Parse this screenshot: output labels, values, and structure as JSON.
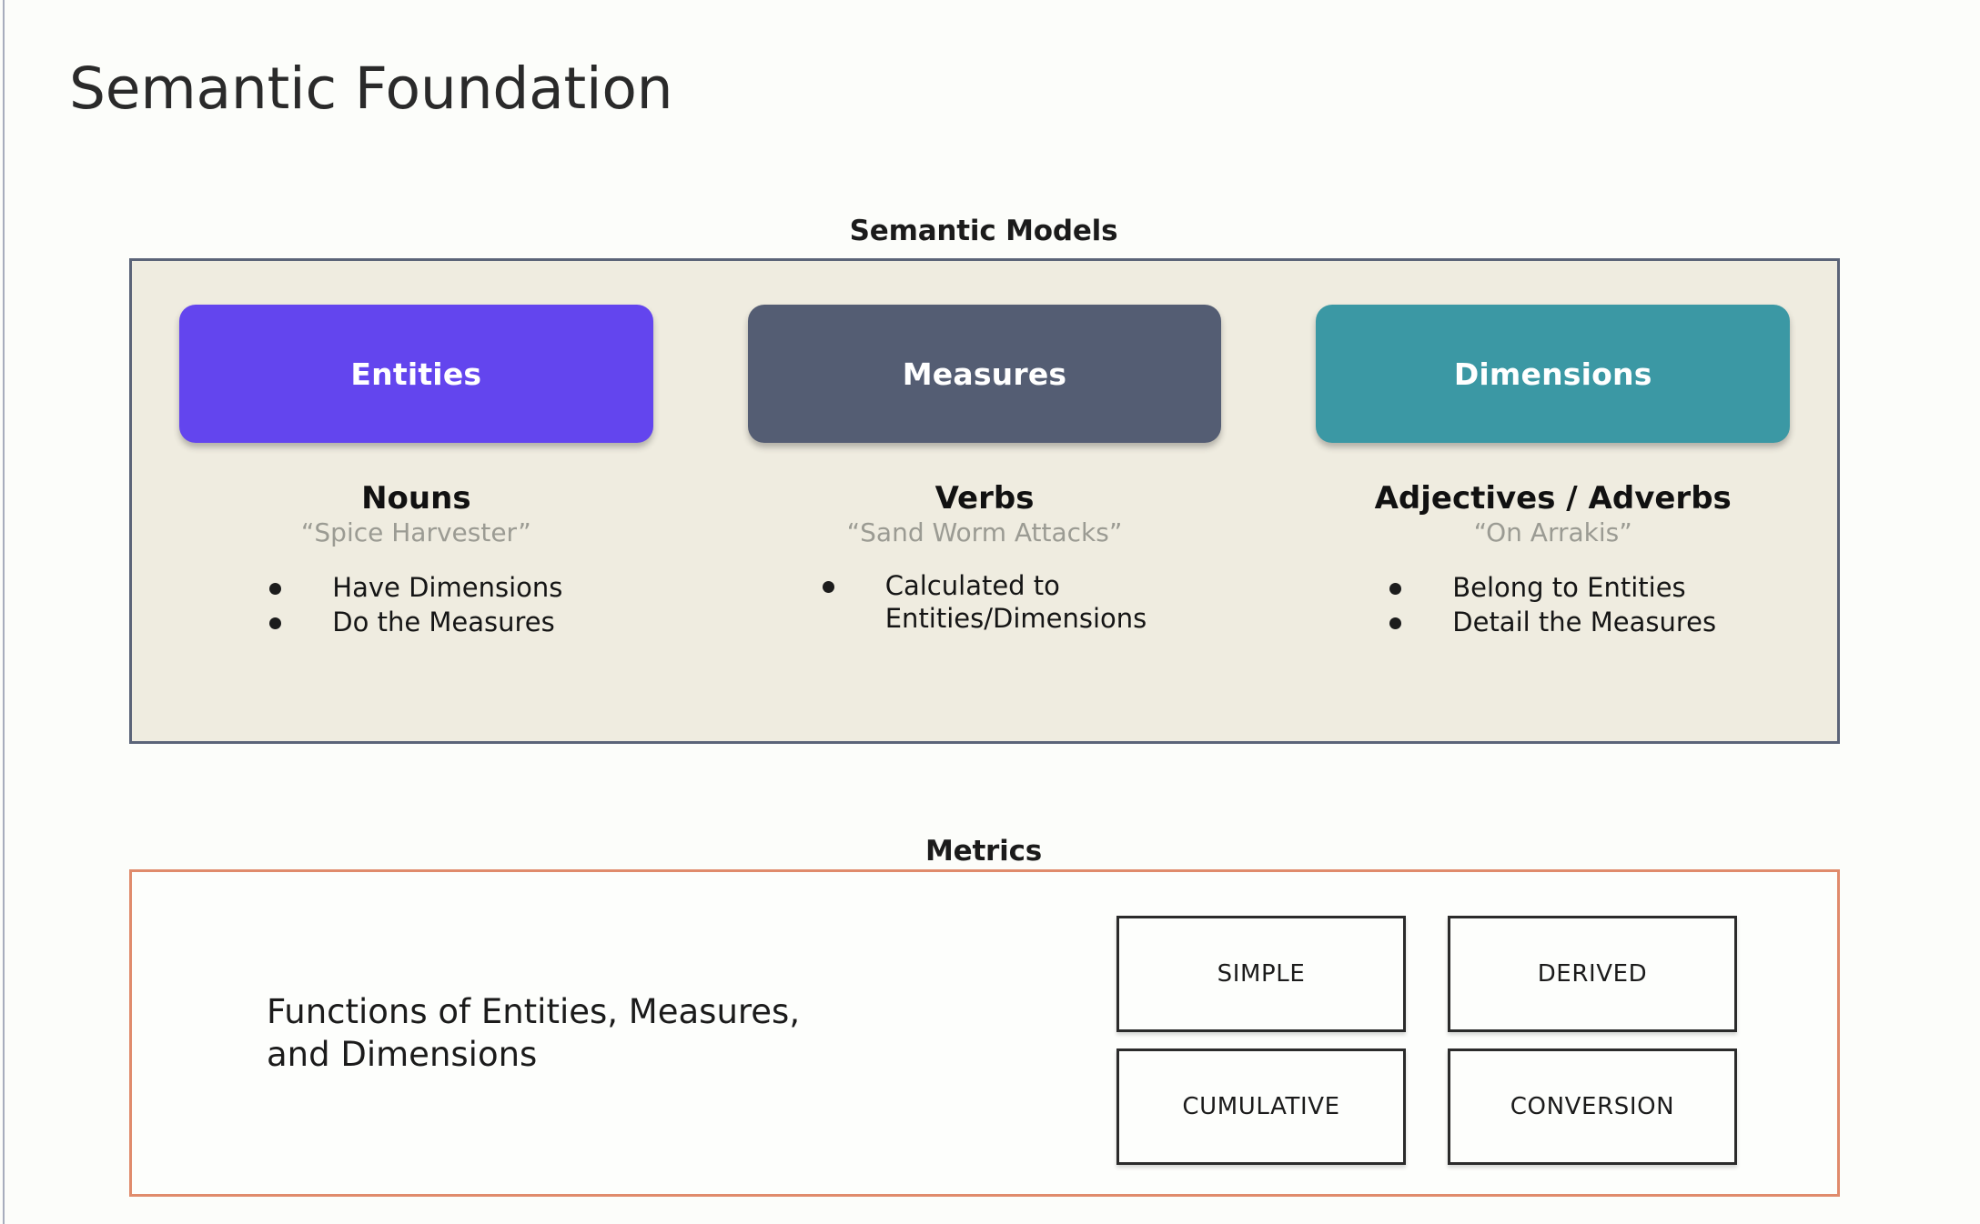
{
  "page": {
    "title": "Semantic Foundation",
    "background_color": "#fcfdfa"
  },
  "semantic_models": {
    "caption": "Semantic Models",
    "panel_bg": "#efece0",
    "panel_border": "#5b6478",
    "columns": [
      {
        "pill_label": "Entities",
        "pill_color": "#6345ee",
        "part_of_speech": "Nouns",
        "example": "“Spice Harvester”",
        "bullets": [
          "Have Dimensions",
          "Do the Measures"
        ]
      },
      {
        "pill_label": "Measures",
        "pill_color": "#545d73",
        "part_of_speech": "Verbs",
        "example": "“Sand Worm Attacks”",
        "bullets": [
          "Calculated to\nEntities/Dimensions"
        ]
      },
      {
        "pill_label": "Dimensions",
        "pill_color": "#3b98a4",
        "part_of_speech": "Adjectives / Adverbs",
        "example": "“On Arrakis”",
        "bullets": [
          "Belong to Entities",
          "Detail the Measures"
        ]
      }
    ]
  },
  "metrics": {
    "caption": "Metrics",
    "panel_border": "#e08b6c",
    "description": "Functions of Entities, Measures,\nand Dimensions",
    "types": [
      "SIMPLE",
      "DERIVED",
      "CUMULATIVE",
      "CONVERSION"
    ]
  }
}
